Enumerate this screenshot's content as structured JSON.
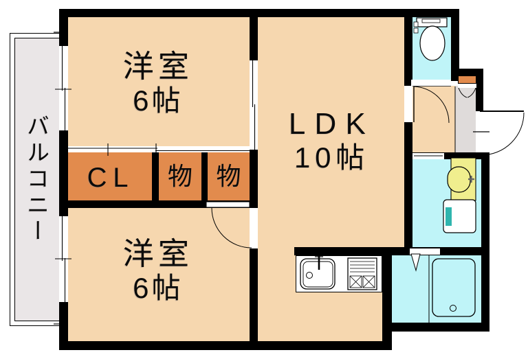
{
  "floorplan": {
    "balcony": {
      "label": "バルコニー"
    },
    "bedroom_top": {
      "name": "洋室",
      "size": "6帖"
    },
    "bedroom_bottom": {
      "name": "洋室",
      "size": "6帖"
    },
    "ldk": {
      "name": "LDK",
      "size": "10帖"
    },
    "closet": {
      "label": "CL"
    },
    "storage_top": {
      "label": "物"
    },
    "storage_bottom": {
      "label": "物"
    },
    "fixtures": {
      "toilet": "toilet",
      "bathtub": "bathtub",
      "washbasin": "washbasin-vanity",
      "washing_machine": "washing-machine-space",
      "kitchen_sink": "kitchen-sink",
      "stove": "gas-stove",
      "shoe_cabinet": "shoe-cabinet",
      "entrance_door": "entrance-door"
    },
    "colors": {
      "floor": "#F6D7AF",
      "closet": "#E28B4D",
      "wet_area": "#BFF4F8",
      "vanity": "#F0EE8E",
      "accent_teal": "#2FB5AE",
      "balcony": "#EAE6E7",
      "genkan": "#DFDBDA",
      "wall": "#000000"
    }
  }
}
